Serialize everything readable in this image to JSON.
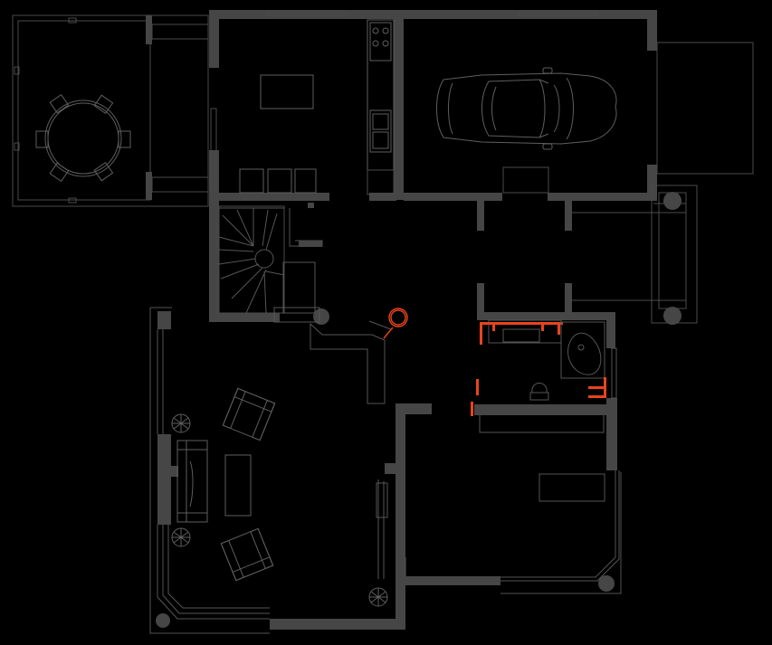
{
  "drawing": {
    "background": "#000000",
    "wall_color": "#464646",
    "line_color": "#5a5a5a",
    "highlight_color": "#e8441d"
  },
  "rooms": [
    {
      "id": "terrace",
      "fixtures": [
        "round-table-icon",
        "chair-icon"
      ]
    },
    {
      "id": "kitchen",
      "fixtures": [
        "island-counter-icon",
        "stove-icon",
        "sink-icon",
        "bar-stool-icon"
      ]
    },
    {
      "id": "garage",
      "fixtures": [
        "car-icon"
      ]
    },
    {
      "id": "stair-hall",
      "fixtures": [
        "staircase-icon"
      ]
    },
    {
      "id": "bathroom",
      "fixtures": [
        "bathtub-icon",
        "toilet-icon",
        "vanity-icon"
      ]
    },
    {
      "id": "living-room",
      "fixtures": [
        "sofa-icon",
        "armchair-icon",
        "coffee-table-icon",
        "plant-icon"
      ]
    },
    {
      "id": "bedroom",
      "fixtures": [
        "desk-icon"
      ]
    },
    {
      "id": "porch",
      "fixtures": [
        "column-icon",
        "steps-icon"
      ]
    }
  ]
}
